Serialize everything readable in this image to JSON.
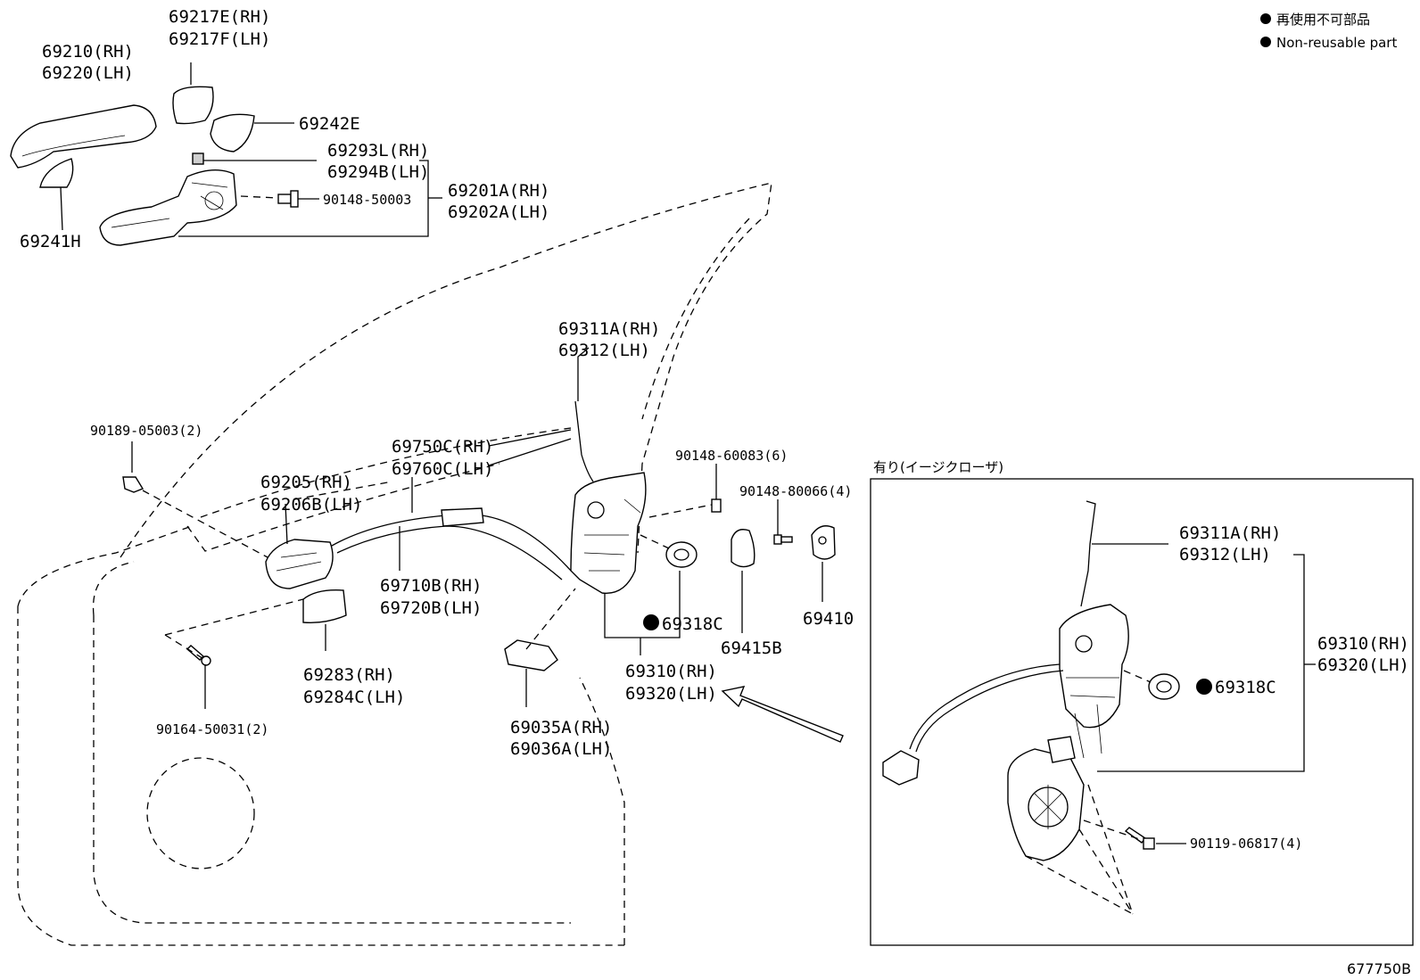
{
  "legend": {
    "jp": "再使用不可部品",
    "en": "Non-reusable part"
  },
  "labels": {
    "p69217e": "69217E(RH)",
    "p69217f": "69217F(LH)",
    "p69210": "69210(RH)",
    "p69220": "69220(LH)",
    "p69242e": "69242E",
    "p69293l": "69293L(RH)",
    "p69294b": "69294B(LH)",
    "p90148_50003": "90148-50003",
    "p69201a": "69201A(RH)",
    "p69202a": "69202A(LH)",
    "p69241h": "69241H",
    "p69311a": "69311A(RH)",
    "p69312": "69312(LH)",
    "p90189": "90189-05003(2)",
    "p69750c": "69750C(RH)",
    "p69760c": "69760C(LH)",
    "p90148_60083": "90148-60083(6)",
    "p90148_80066": "90148-80066(4)",
    "p69205": "69205(RH)",
    "p69206b": "69206B(LH)",
    "p69710b": "69710B(RH)",
    "p69720b": "69720B(LH)",
    "p69318c": "69318C",
    "p69415b": "69415B",
    "p69410": "69410",
    "p69310": "69310(RH)",
    "p69320": "69320(LH)",
    "p69283": "69283(RH)",
    "p69284c": "69284C(LH)",
    "p90164": "90164-50031(2)",
    "p69035a": "69035A(RH)",
    "p69036a": "69036A(LH)"
  },
  "inset": {
    "title": "有り(イージクローザ)",
    "p69311a": "69311A(RH)",
    "p69312": "69312(LH)",
    "p69310": "69310(RH)",
    "p69320": "69320(LH)",
    "p69318c": "69318C",
    "p90119": "90119-06817(4)"
  },
  "figure_id": "677750B",
  "colors": {
    "line": "#000000",
    "background": "#ffffff"
  }
}
